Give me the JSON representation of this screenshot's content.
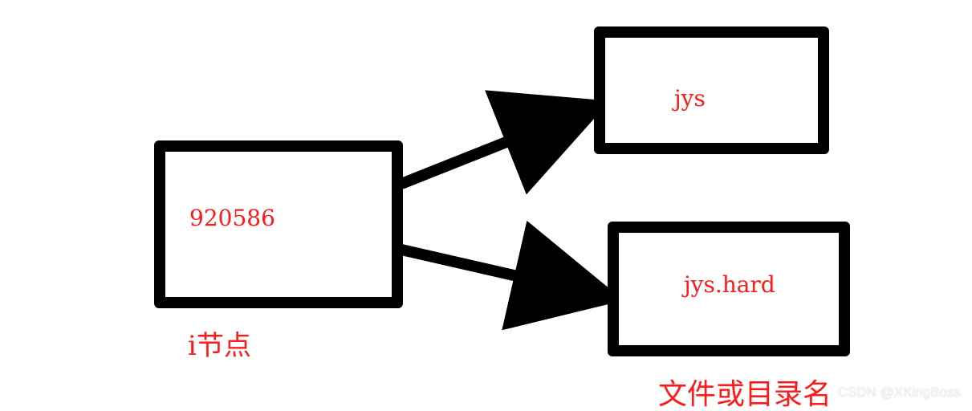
{
  "diagram": {
    "inode_box": {
      "value": "920586"
    },
    "link_boxes": [
      {
        "name": "jys"
      },
      {
        "name": "jys.hard"
      }
    ],
    "captions": {
      "inode": "i节点",
      "names": "文件或目录名"
    },
    "watermark": "CSDN @XKingBoss",
    "colors": {
      "outline": "#000000",
      "text": "#ff1a1a",
      "background": "#ffffff"
    }
  }
}
